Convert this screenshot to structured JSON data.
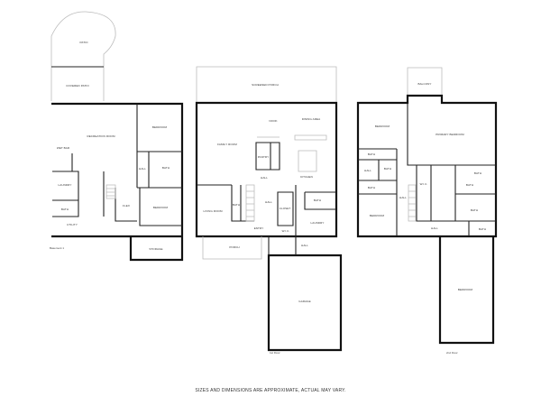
{
  "disclaimer": "SIZES AND DIMENSIONS ARE APPROXIMATE, ACTUAL MAY VARY.",
  "floors": {
    "basement": {
      "caption": "Basement 1",
      "rooms": {
        "patio": "PATIO",
        "covered_patio": "COVERED PATIO",
        "recreation": "RECREATION ROOM",
        "wet_bar": "WET BAR",
        "bedroom1": "BEDROOM",
        "bath": "BATH",
        "hall": "HALL",
        "laundry": "LAUNDRY",
        "bath2": "BATH",
        "utility": "UTILITY",
        "flex": "FLEX",
        "bedroom2": "BEDROOM",
        "storage": "STORAGE"
      }
    },
    "first": {
      "caption": "1st Floor",
      "rooms": {
        "screened_porch": "SCREENED PORCH",
        "nook": "NOOK",
        "dining": "DINING AREA",
        "family": "FAMILY ROOM",
        "pantry": "PANTRY",
        "hall": "HALL",
        "kitchen": "KITCHEN",
        "living": "LIVING ROOM",
        "bath": "BATH",
        "hall2": "HALL",
        "closet": "CLOSET",
        "bath2": "BATH",
        "entry": "ENTRY",
        "wic": "W.I.C.",
        "laundry": "LAUNDRY",
        "porch": "PORCH",
        "hall3": "HALL",
        "garage": "GARAGE"
      }
    },
    "second": {
      "caption": "2nd Floor",
      "rooms": {
        "balcony": "BALCONY",
        "bedroom1": "BEDROOM",
        "primary": "PRIMARY BEDROOM",
        "bath1": "BATH",
        "hall": "HALL",
        "bath2": "BATH",
        "bath3": "BATH",
        "bedroom2": "BEDROOM",
        "hall2": "HALL",
        "wic": "W.I.C.",
        "bath4": "BATH",
        "bath5": "BATH",
        "bath6": "BATH",
        "hall3": "HALL",
        "bath7": "BATH",
        "bonus": "BEDROOM"
      }
    }
  }
}
